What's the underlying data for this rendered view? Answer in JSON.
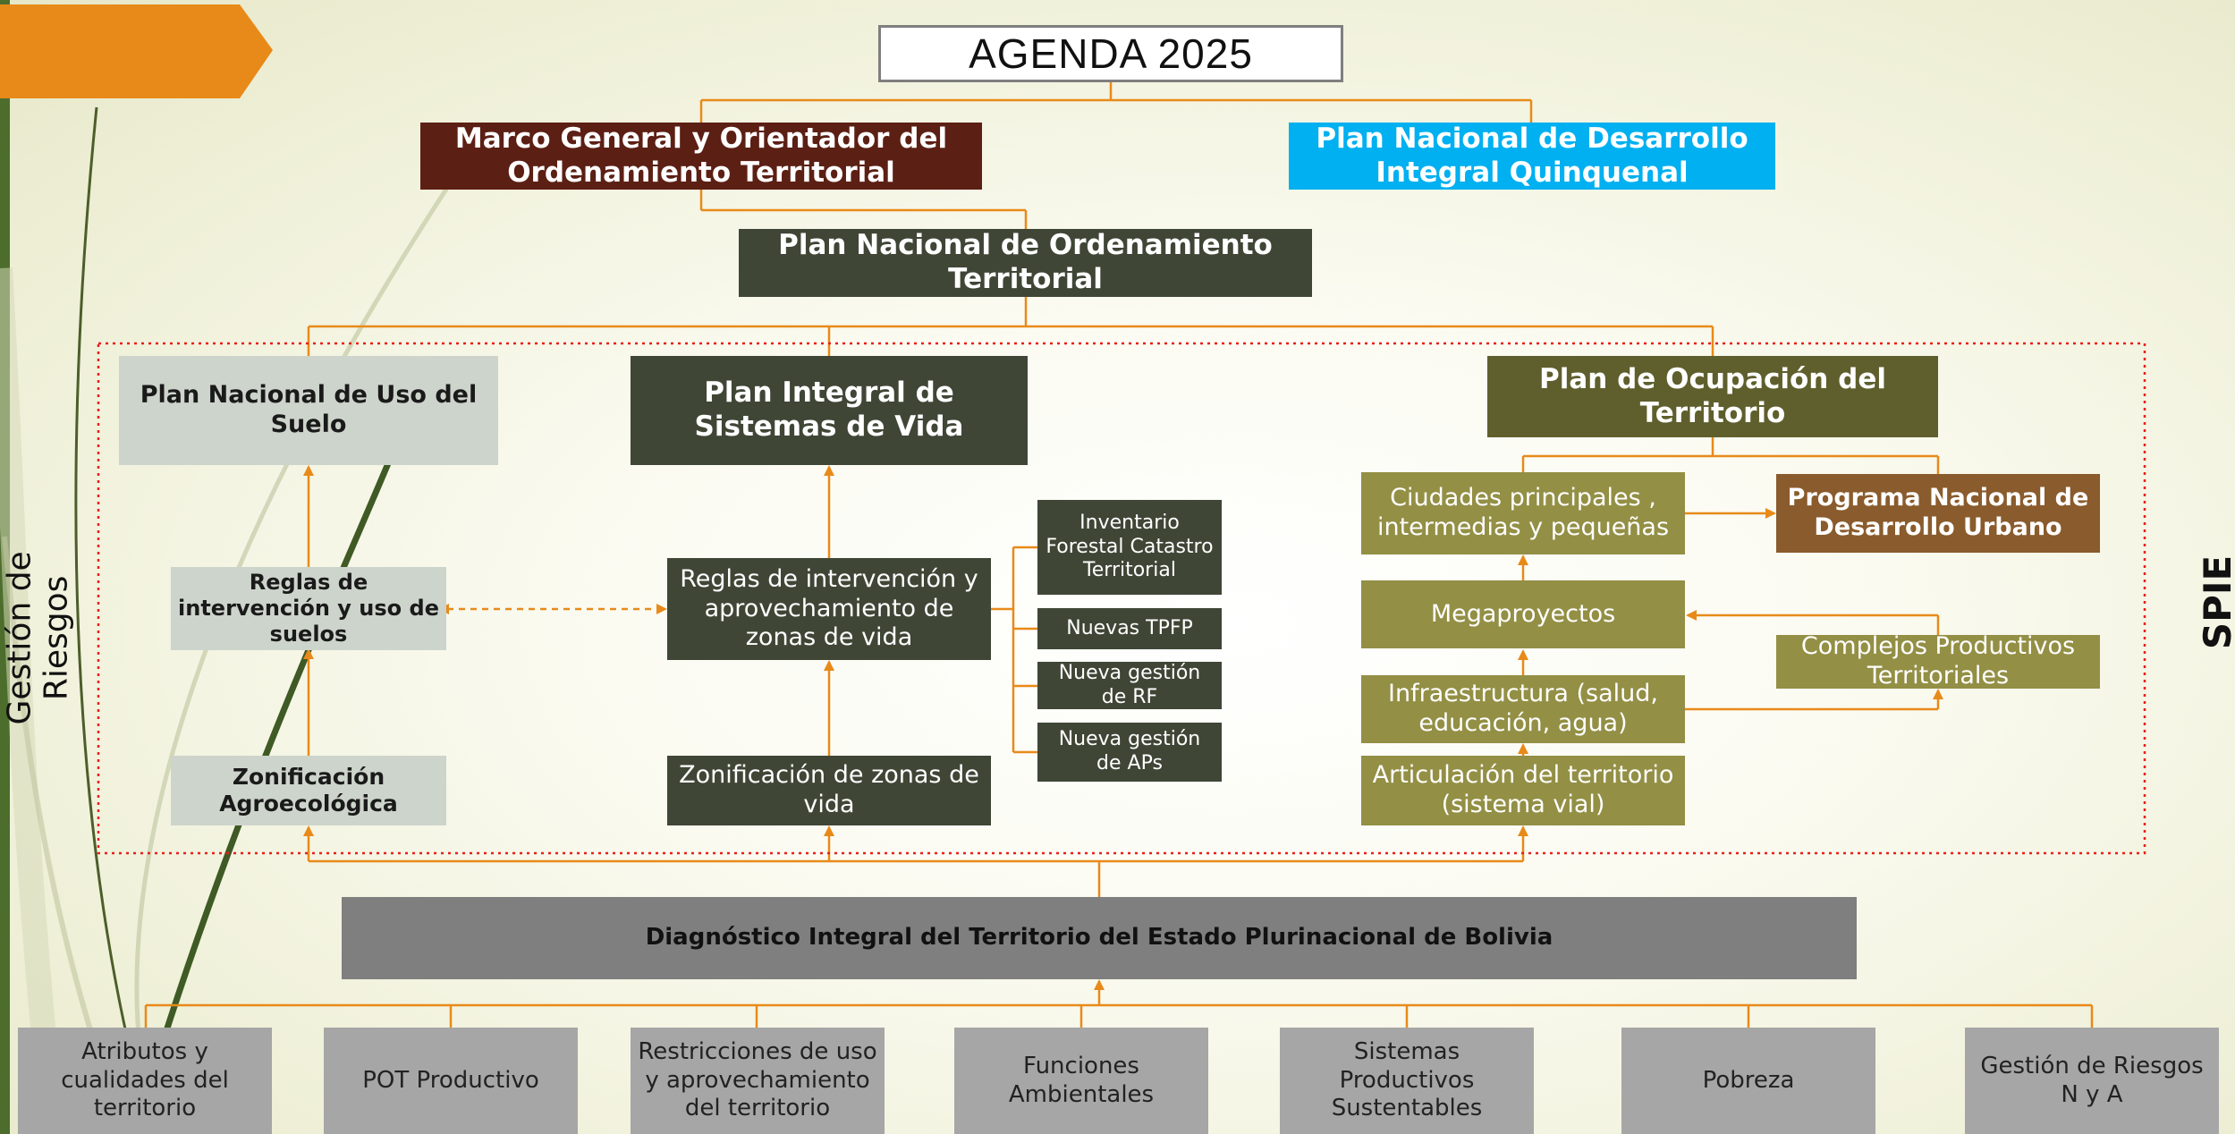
{
  "title": "AGENDA 2025",
  "side_left": [
    "Gestión de",
    "Riesgos"
  ],
  "side_right": "SPIE",
  "top": {
    "marco": "Marco General y Orientador del Ordenamiento Territorial",
    "pndi": "Plan Nacional de Desarrollo Integral Quinquenal",
    "pnot": "Plan Nacional de Ordenamiento Territorial"
  },
  "left_col": {
    "head": "Plan Nacional  de Uso del Suelo",
    "reglas": "Reglas de intervención y uso de suelos",
    "zonif": "Zonificación Agroecológica"
  },
  "mid_col": {
    "head": "Plan Integral de Sistemas de Vida",
    "reglas": "Reglas de intervención y aprovechamiento de zonas de vida",
    "zonif": "Zonificación de zonas de vida",
    "sub": [
      "Inventario Forestal Catastro Territorial",
      "Nuevas TPFP",
      "Nueva gestión de RF",
      "Nueva gestión de APs"
    ]
  },
  "right_col": {
    "head": "Plan de Ocupación del Territorio",
    "ciudades": "Ciudades principales , intermedias y pequeñas",
    "programa": "Programa Nacional de Desarrollo Urbano",
    "mega": "Megaproyectos",
    "complejos": "Complejos  Productivos Territoriales",
    "infra": "Infraestructura (salud, educación, agua)",
    "artic": "Articulación del territorio (sistema vial)"
  },
  "diagnostico": "Diagnóstico Integral del Territorio del  Estado Plurinacional de Bolivia",
  "footer": [
    "Atributos y cualidades del territorio",
    "POT Productivo",
    "Restricciones de uso y aprovechamiento del territorio",
    "Funciones Ambientales",
    "Sistemas Productivos Sustentables",
    "Pobreza",
    "Gestión de Riesgos  N y A"
  ],
  "colors": {
    "orange": "#e88a19",
    "maroon": "#5c1f14",
    "cyan": "#00b0f0",
    "dark_green": "#3f4636",
    "olive_dark": "#5f5f2d",
    "olive": "#938f45",
    "brown": "#8a5b2c",
    "light_gray": "#cdd4cb",
    "diag_gray": "#7f7f7f",
    "foot_gray": "#a6a6a6"
  }
}
